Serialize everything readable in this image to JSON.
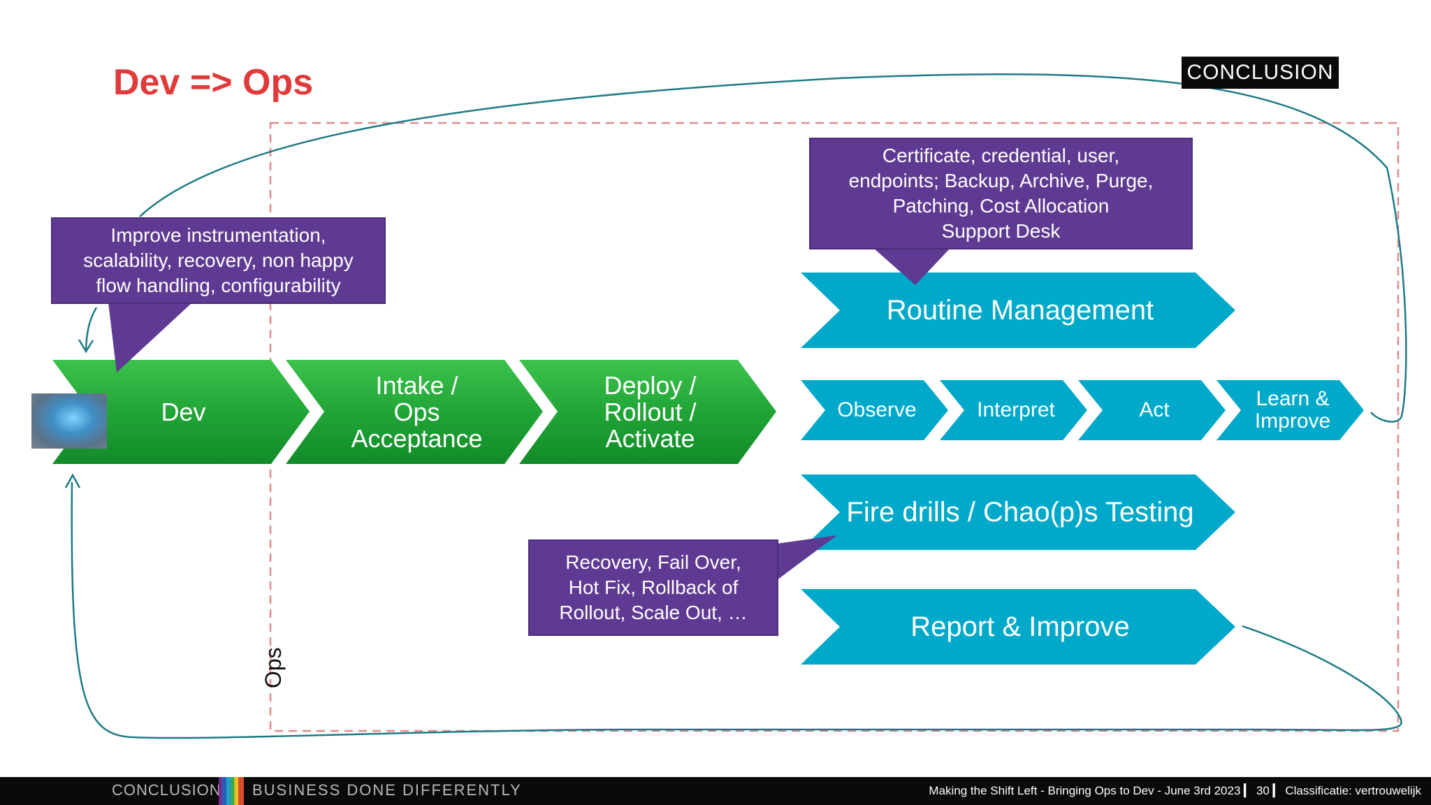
{
  "slide": {
    "title": "Dev => Ops",
    "logo_top": "CONCLUSION",
    "ops_label": "Ops"
  },
  "pipeline": [
    {
      "label_lines": [
        "Dev"
      ]
    },
    {
      "label_lines": [
        "Intake /",
        "Ops",
        "Acceptance"
      ]
    },
    {
      "label_lines": [
        "Deploy /",
        "Rollout /",
        "Activate"
      ]
    }
  ],
  "ops_stages": {
    "routine": "Routine Management",
    "cycle": [
      {
        "label_lines": [
          "Observe"
        ]
      },
      {
        "label_lines": [
          "Interpret"
        ]
      },
      {
        "label_lines": [
          "Act"
        ]
      },
      {
        "label_lines": [
          "Learn &",
          "Improve"
        ]
      }
    ],
    "fire_drills": "Fire drills / Chao(p)s Testing",
    "report": "Report & Improve"
  },
  "callouts": {
    "dev_improve": [
      "Improve instrumentation,",
      "scalability, recovery, non happy",
      "flow handling, configurability"
    ],
    "routine_tasks": [
      "Certificate, credential, user,",
      "endpoints; Backup, Archive, Purge,",
      "Patching, Cost Allocation",
      "Support Desk"
    ],
    "recovery": [
      "Recovery, Fail Over,",
      "Hot Fix, Rollback of",
      "Rollout, Scale Out, …"
    ]
  },
  "footer": {
    "brand": "CONCLUSION",
    "tagline": "BUSINESS DONE DIFFERENTLY",
    "meta": "Making the Shift Left - Bringing Ops to Dev  - June 3rd 2023 ▎ 30 ▎ Classificatie: vertrouwelijk"
  },
  "colors": {
    "title": "#e03a3a",
    "green": "#23a83a",
    "blue": "#00a9c9",
    "purple": "#5f3a93",
    "dashed_border": "#e58a8a",
    "loop_line": "#1c7a86"
  }
}
